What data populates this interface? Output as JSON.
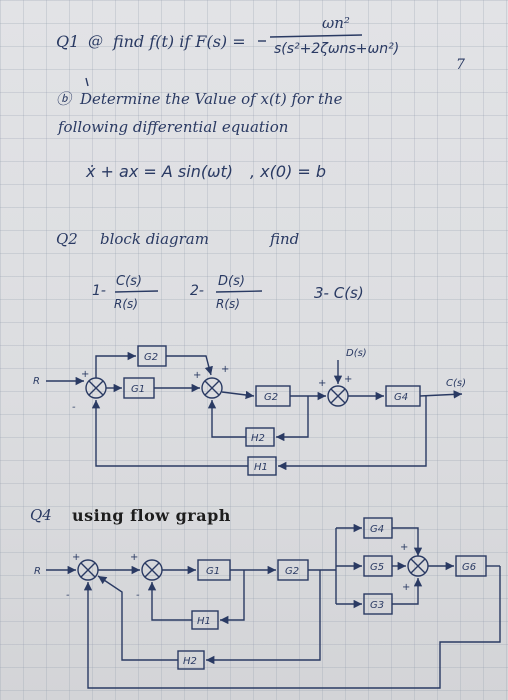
{
  "q1": {
    "number": "Q1",
    "part_a_label": "@",
    "part_a_text": "find f(t) if F(s) =",
    "numerator": "ωn²",
    "denominator": "s(s²+2ζωns+ωn²)",
    "mark": "7",
    "part_b_label": "ⓑ",
    "part_b_line1": "Determine the Value of x(t) for the",
    "part_b_line2": "following differential equation",
    "equation": "ẋ + ax = A sin(ωt)",
    "initial": ",  x(0) = b"
  },
  "q2": {
    "number": "Q2",
    "heading": "block diagram",
    "find": "find",
    "item1_prefix": "1-",
    "item1_num": "C(s)",
    "item1_den": "R(s)",
    "item2_prefix": "2-",
    "item2_num": "D(s)",
    "item2_den": "R(s)",
    "item3": "3- C(s)"
  },
  "diagram1": {
    "labels": {
      "input": "R",
      "output": "C(s)",
      "disturbance": "D(s)",
      "g1": "G1",
      "g2": "G2",
      "g2_forward": "G2",
      "g4": "G4",
      "h1": "H1",
      "h2": "H2",
      "plus_a": "+",
      "minus_a": "-",
      "plus_b": "+",
      "plus_b2": "+",
      "plus_c": "+",
      "plus_c2": "+"
    }
  },
  "q4": {
    "number": "Q4",
    "heading": "using flow graph"
  },
  "diagram2": {
    "labels": {
      "input": "R",
      "g1": "G1",
      "g2": "G2",
      "g3": "G3",
      "g4": "G4",
      "g5": "G5",
      "g6": "G6",
      "h1": "H1",
      "h2": "H2",
      "plus_a": "+",
      "minus_a": "-",
      "plus_b": "+",
      "minus_b": "-",
      "plus_c": "+",
      "plus_c2": "+"
    }
  }
}
